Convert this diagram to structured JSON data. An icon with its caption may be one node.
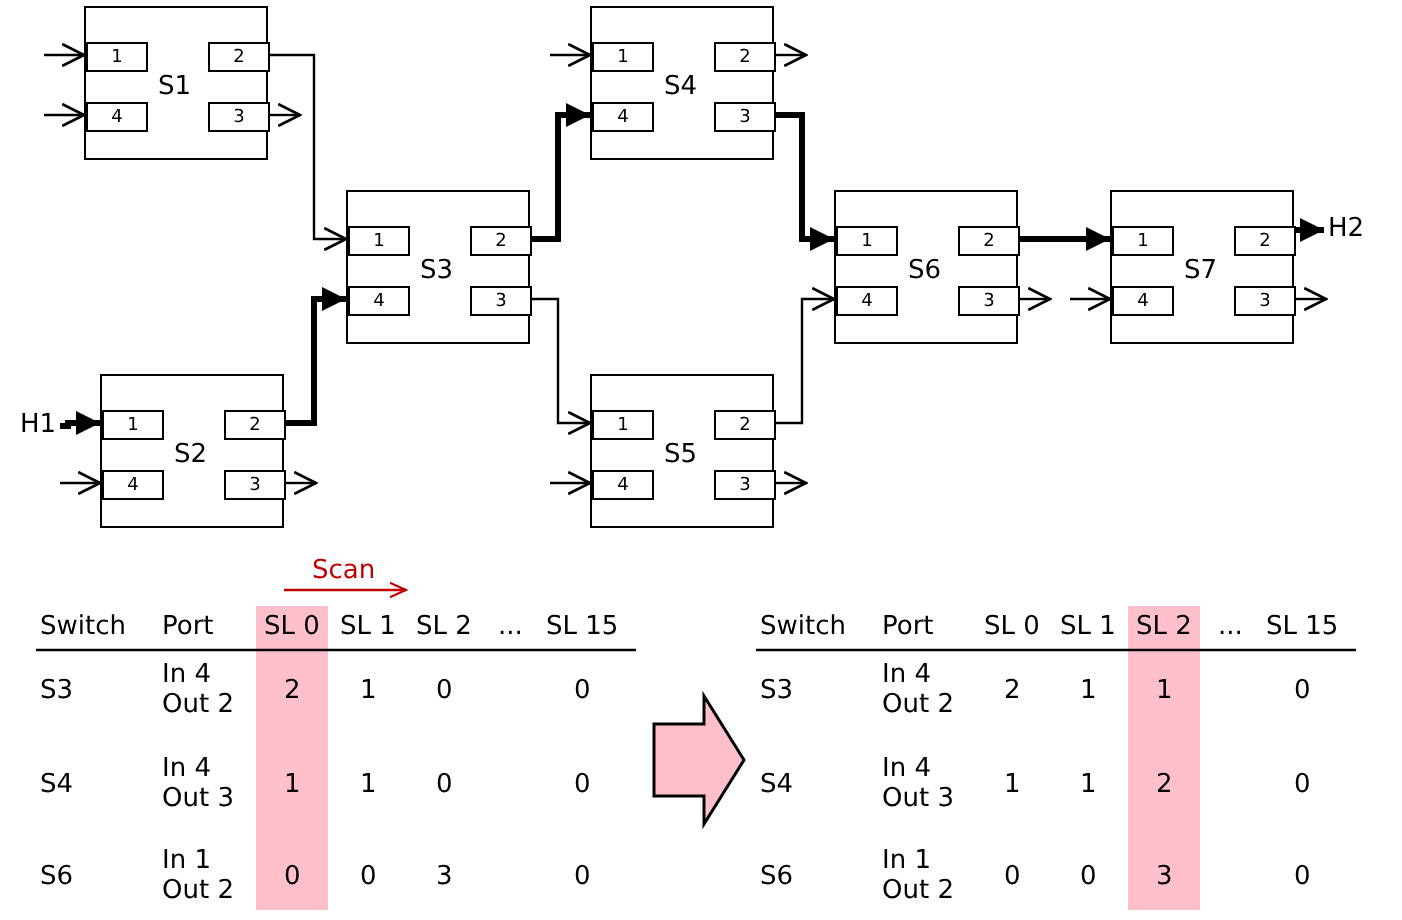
{
  "diagram": {
    "nodes": [
      {
        "text": [
          "S1"
        ]
      },
      {
        "text": [
          "1"
        ],
        "in": 0
      },
      {
        "text": [
          "2"
        ],
        "in": 0
      },
      {
        "text": [
          "4"
        ],
        "in": 0
      },
      {
        "text": [
          "3"
        ],
        "in": 0
      },
      {
        "text": [
          "S2"
        ]
      },
      {
        "text": [
          "1"
        ],
        "in": 5
      },
      {
        "text": [
          "2"
        ],
        "in": 5
      },
      {
        "text": [
          "4"
        ],
        "in": 5
      },
      {
        "text": [
          "3"
        ],
        "in": 5
      },
      {
        "text": [
          "S3"
        ]
      },
      {
        "text": [
          "1"
        ],
        "in": 10
      },
      {
        "text": [
          "2"
        ],
        "in": 10
      },
      {
        "text": [
          "4"
        ],
        "in": 10
      },
      {
        "text": [
          "3"
        ],
        "in": 10
      },
      {
        "text": [
          "S4"
        ]
      },
      {
        "text": [
          "1"
        ],
        "in": 15
      },
      {
        "text": [
          "2"
        ],
        "in": 15
      },
      {
        "text": [
          "4"
        ],
        "in": 15
      },
      {
        "text": [
          "3"
        ],
        "in": 15
      },
      {
        "text": [
          "S5"
        ]
      },
      {
        "text": [
          "1"
        ],
        "in": 20
      },
      {
        "text": [
          "2"
        ],
        "in": 20
      },
      {
        "text": [
          "4"
        ],
        "in": 20
      },
      {
        "text": [
          "3"
        ],
        "in": 20
      },
      {
        "text": [
          "S6"
        ]
      },
      {
        "text": [
          "1"
        ],
        "in": 25
      },
      {
        "text": [
          "2"
        ],
        "in": 25
      },
      {
        "text": [
          "4"
        ],
        "in": 25
      },
      {
        "text": [
          "3"
        ],
        "in": 25
      },
      {
        "text": [
          "S7"
        ]
      },
      {
        "text": [
          "1"
        ],
        "in": 30
      },
      {
        "text": [
          "2"
        ],
        "in": 30
      },
      {
        "text": [
          "4"
        ],
        "in": 30
      },
      {
        "text": [
          "3"
        ],
        "in": 30
      },
      {
        "text": [
          "H1"
        ]
      },
      {
        "text": [
          "H2"
        ]
      }
    ],
    "edges": [
      {
        "from": null,
        "to": 1,
        "arrow": "to"
      },
      {
        "from": null,
        "to": 3,
        "arrow": "to"
      },
      {
        "from": 4,
        "to": null,
        "arrow": "to"
      },
      {
        "from": 2,
        "to": 11,
        "arrow": "to"
      },
      {
        "from": 35,
        "to": 6,
        "arrow": "to",
        "style": "thick"
      },
      {
        "from": null,
        "to": 8,
        "arrow": "to"
      },
      {
        "from": 9,
        "to": null,
        "arrow": "to"
      },
      {
        "from": 7,
        "to": 13,
        "arrow": "to",
        "style": "thick"
      },
      {
        "from": 12,
        "to": 18,
        "arrow": "to",
        "style": "thick"
      },
      {
        "from": 14,
        "to": 21,
        "arrow": "to"
      },
      {
        "from": null,
        "to": 16,
        "arrow": "to"
      },
      {
        "from": 17,
        "to": null,
        "arrow": "to"
      },
      {
        "from": 19,
        "to": 26,
        "arrow": "to",
        "style": "thick"
      },
      {
        "from": null,
        "to": 23,
        "arrow": "to"
      },
      {
        "from": 22,
        "to": 28,
        "arrow": "to"
      },
      {
        "from": 24,
        "to": null,
        "arrow": "to"
      },
      {
        "from": 27,
        "to": 31,
        "arrow": "to",
        "style": "thick"
      },
      {
        "from": 29,
        "to": null,
        "arrow": "to"
      },
      {
        "from": null,
        "to": 33,
        "arrow": "to"
      },
      {
        "from": 32,
        "to": 36,
        "arrow": "to",
        "style": "thick"
      },
      {
        "from": 34,
        "to": null,
        "arrow": "to"
      }
    ],
    "labels": [
      "Scan",
      "Switch",
      "Port",
      "SL 0",
      "SL 1",
      "SL 2",
      "...",
      "SL 15",
      "S3",
      "In 4 Out 2",
      "2",
      "1",
      "0",
      "0",
      "S4",
      "In 4 Out 3",
      "1",
      "1",
      "0",
      "0",
      "S6",
      "In 1 Out 2",
      "0",
      "0",
      "3",
      "0",
      "Switch",
      "Port",
      "SL 0",
      "SL 1",
      "SL 2",
      "...",
      "SL 15",
      "S3",
      "In 4 Out 2",
      "2",
      "1",
      "1",
      "0",
      "S4",
      "In 4 Out 3",
      "1",
      "1",
      "2",
      "0",
      "S6",
      "In 1 Out 2",
      "0",
      "0",
      "3",
      "0"
    ]
  }
}
